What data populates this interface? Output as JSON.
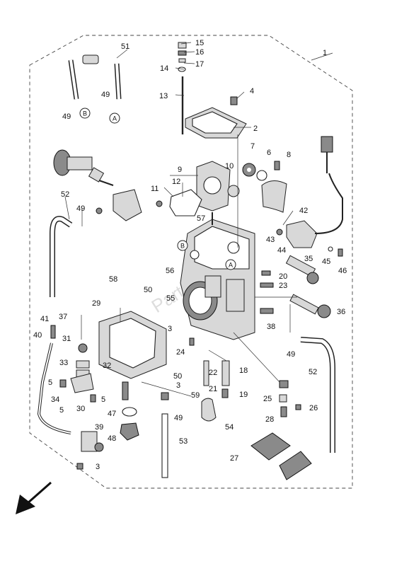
{
  "callouts": [
    "1",
    "2",
    "3",
    "4",
    "5",
    "6",
    "7",
    "8",
    "9",
    "10",
    "11",
    "12",
    "13",
    "14",
    "15",
    "16",
    "17",
    "18",
    "19",
    "20",
    "21",
    "22",
    "23",
    "24",
    "25",
    "26",
    "27",
    "28",
    "29",
    "30",
    "31",
    "32",
    "33",
    "34",
    "35",
    "36",
    "37",
    "38",
    "39",
    "40",
    "41",
    "42",
    "43",
    "44",
    "45",
    "46",
    "47",
    "48",
    "49",
    "50",
    "51",
    "52",
    "53",
    "54",
    "55",
    "56",
    "57",
    "58",
    "59"
  ],
  "ring_labels": {
    "a": "A",
    "b": "B"
  },
  "watermark": "PartsRepublik",
  "icons": {
    "direction_arrow": "front-arrow-icon"
  }
}
